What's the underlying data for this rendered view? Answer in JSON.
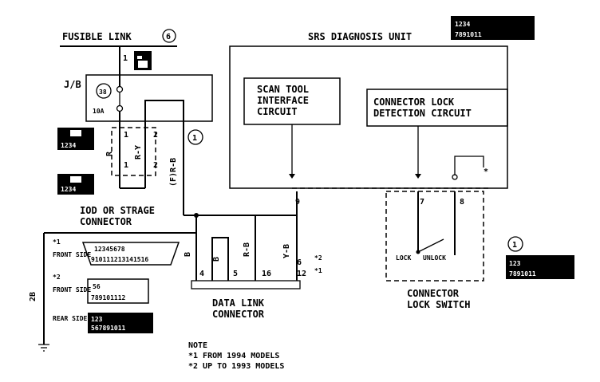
{
  "labels": {
    "fusible_link": "FUSIBLE LINK",
    "fusible_link_num": "6",
    "srs_unit": "SRS DIAGNOSIS UNIT",
    "jb": "J/B",
    "fuse_num": "38",
    "fuse_amp": "10A",
    "scan_tool_1": "SCAN TOOL",
    "scan_tool_2": "INTERFACE",
    "scan_tool_3": "CIRCUIT",
    "conn_lock_1": "CONNECTOR LOCK",
    "conn_lock_2": "DETECTION CIRCUIT",
    "ior_1": "IOD OR STRAGE",
    "ior_2": "CONNECTOR",
    "data_link_1": "DATA LINK",
    "data_link_2": "CONNECTOR",
    "lock_switch_1": "CONNECTOR",
    "lock_switch_2": "LOCK SWITCH",
    "lock": "LOCK",
    "unlock": "UNLOCK",
    "front_side": "FRONT SIDE",
    "rear_side": "REAR SIDE",
    "ground": "2B",
    "note_title": "NOTE",
    "note_1": "*1 FROM 1994 MODELS",
    "note_2": "*2 UP TO 1993 MODELS",
    "star1": "*1",
    "star2": "*2",
    "circ1": "1"
  },
  "wires": {
    "r": "R",
    "ry": "R-Y",
    "f_rb": "(F)R-B",
    "b": "B",
    "b2": "B",
    "rb": "R-B",
    "yb": "Y-B"
  },
  "pins": {
    "p1": "1",
    "p1a": "1",
    "p2a": "2",
    "p1b": "1",
    "p2b": "2",
    "p9": "9",
    "p7": "7",
    "p8": "8",
    "p4": "4",
    "p5": "5",
    "p16": "16",
    "p12": "12",
    "p6": "6"
  },
  "connector_codes": {
    "c1": "1234",
    "c2": "1234",
    "front1": "12345678",
    "front1b": "910111213141516",
    "front2a": "56",
    "front2b": "789101112",
    "rear_a": "123",
    "rear_b": "567891011",
    "srs_top": "1234",
    "srs_bot": "7891011",
    "right_top": "123",
    "right_bot": "7891011"
  }
}
